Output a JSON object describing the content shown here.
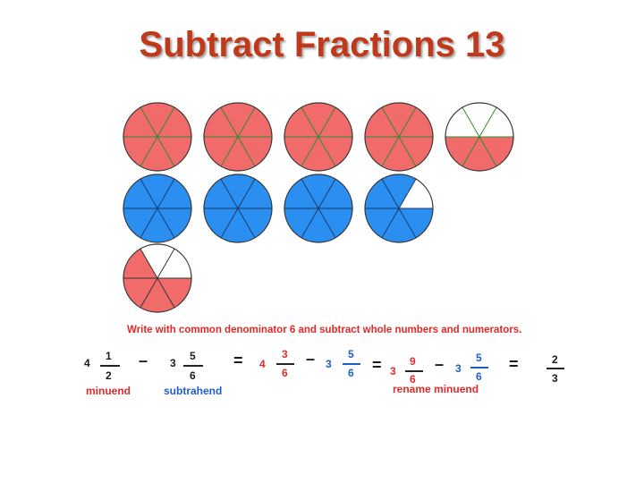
{
  "title": "Subtract Fractions 13",
  "colors": {
    "minuend": "#f26b6b",
    "subtrahend": "#2b8ff2",
    "title": "#c0391b",
    "highlight": "#e02a2a",
    "label_blue": "#1f5fc4"
  },
  "pies": {
    "minuend": {
      "whole": 4,
      "numerator": 1,
      "denominator": 2,
      "slices": 6
    },
    "subtrahend": {
      "whole": 3,
      "numerator": 5,
      "denominator": 6,
      "slices": 6
    },
    "difference": {
      "numerator": 4,
      "denominator": 6
    }
  },
  "instruction": "Write with common denominator 6 and subtract whole numbers and numerators.",
  "expr": {
    "a_whole": "4",
    "a_num": "1",
    "a_den": "2",
    "minus": "–",
    "b_whole": "3",
    "b_num": "5",
    "b_den": "6",
    "eq": "=",
    "c_whole": "4",
    "c_num": "3",
    "c_den": "6",
    "d_whole": "3",
    "d_num": "5",
    "d_den": "6",
    "e_whole": "3",
    "e_num": "9",
    "e_den": "6",
    "f_whole": "3",
    "f_num": "5",
    "f_den": "6",
    "r_num": "2",
    "r_den": "3"
  },
  "labels": {
    "minuend": "minuend",
    "subtrahend": "subtrahend",
    "rename": "rename minuend"
  }
}
